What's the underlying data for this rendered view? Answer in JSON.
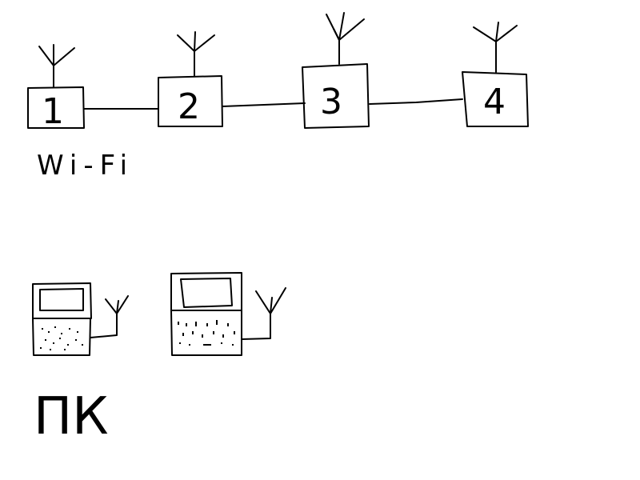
{
  "diagram": {
    "ink_color": "#000000",
    "background": "#ffffff",
    "access_points": [
      {
        "label": "1",
        "icon": "antenna-icon"
      },
      {
        "label": "2",
        "icon": "antenna-icon"
      },
      {
        "label": "3",
        "icon": "antenna-icon"
      },
      {
        "label": "4",
        "icon": "antenna-icon"
      }
    ],
    "wifi_label": "Wi-Fi",
    "laptops": [
      {
        "icon": "laptop-icon",
        "antenna": "antenna-icon"
      },
      {
        "icon": "laptop-icon",
        "antenna": "antenna-icon"
      }
    ],
    "pc_label": "ПК"
  }
}
